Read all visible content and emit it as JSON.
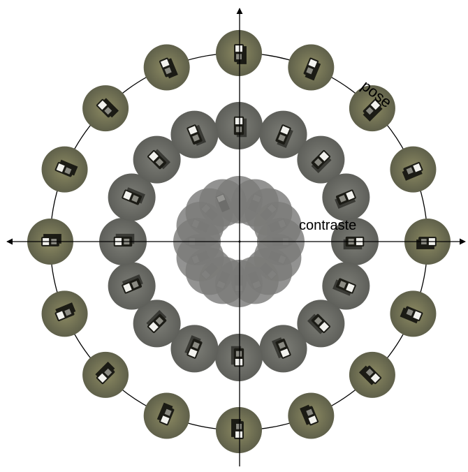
{
  "labels": {
    "pose": "pose",
    "contrast": "contraste"
  },
  "colors": {
    "axis": "#000000",
    "ring": "#000000",
    "outer_ground": "#7c7a58",
    "outer_ground_light": "#b9ac7e",
    "middle_ground": "#6f706a",
    "inner_ground": "#7b7b79",
    "car_dark": "#1b1b15",
    "car_light": "#f2f2ee",
    "car_shadow": "#0b0b08"
  },
  "rings": {
    "outer": {
      "patch_count": 16,
      "car_orientation_deg": [
        0,
        22.5,
        45,
        67.5,
        90,
        112.5,
        135,
        157.5,
        180,
        202.5,
        225,
        247.5,
        270,
        292.5,
        315,
        337.5
      ]
    },
    "middle": {
      "patch_count": 16,
      "car_orientation_deg": [
        0,
        22.5,
        45,
        67.5,
        90,
        112.5,
        135,
        157.5,
        180,
        202.5,
        225,
        247.5,
        270,
        292.5,
        315,
        337.5
      ]
    },
    "inner": {
      "patch_count": 16
    }
  }
}
